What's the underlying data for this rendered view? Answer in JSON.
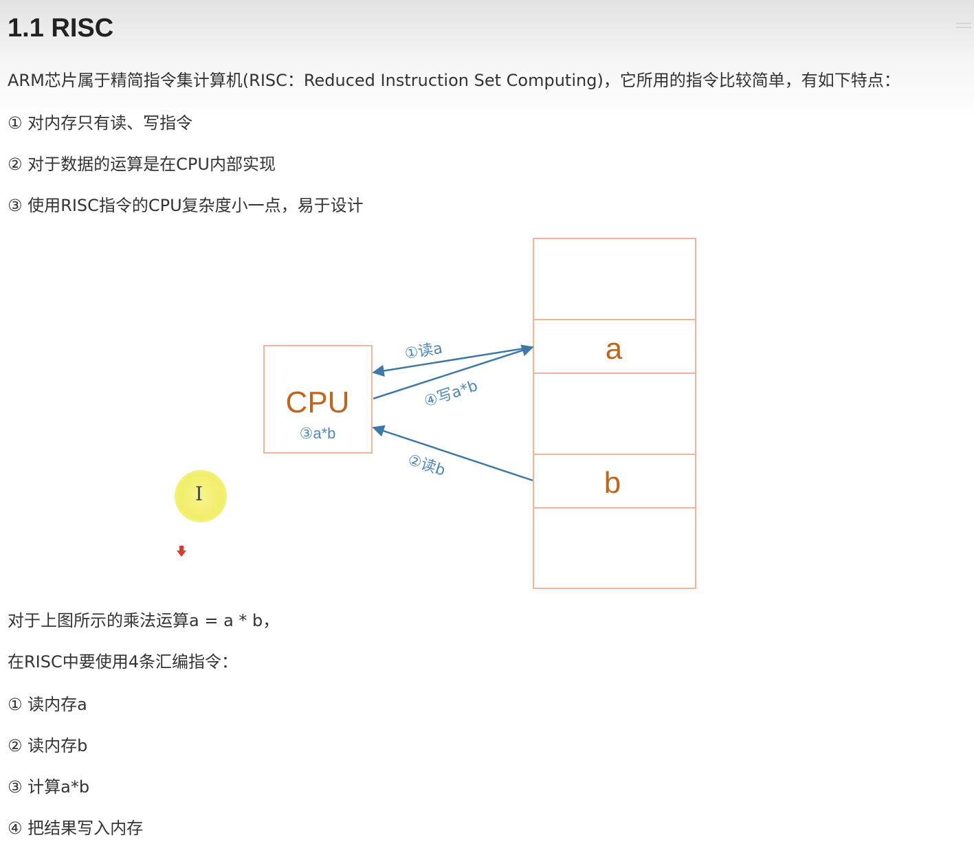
{
  "title": "1.1 RISC",
  "intro": "ARM芯片属于精简指令集计算机(RISC：Reduced Instruction Set Computing)，它所用的指令比较简单，有如下特点：",
  "features": [
    "① 对内存只有读、写指令",
    "② 对于数据的运算是在CPU内部实现",
    "③ 使用RISC指令的CPU复杂度小一点，易于设计"
  ],
  "diagram": {
    "cpu_label": "CPU",
    "cpu_op": "③a*b",
    "memory_a": "a",
    "memory_b": "b",
    "arrow_read_a": "①读a",
    "arrow_write": "④写a*b",
    "arrow_read_b": "②读b",
    "colors": {
      "box_border": "#f0b49a",
      "label": "#c0651e",
      "arrow": "#3d78a8",
      "arrow_text": "#4f87b6"
    }
  },
  "multiply_text": "对于上图所示的乘法运算a = a * b，",
  "asm_intro": "在RISC中要使用4条汇编指令：",
  "steps": [
    "① 读内存a",
    "② 读内存b",
    "③ 计算a*b",
    "④ 把结果写入内存"
  ],
  "cursor_icon": "text-cursor-icon"
}
